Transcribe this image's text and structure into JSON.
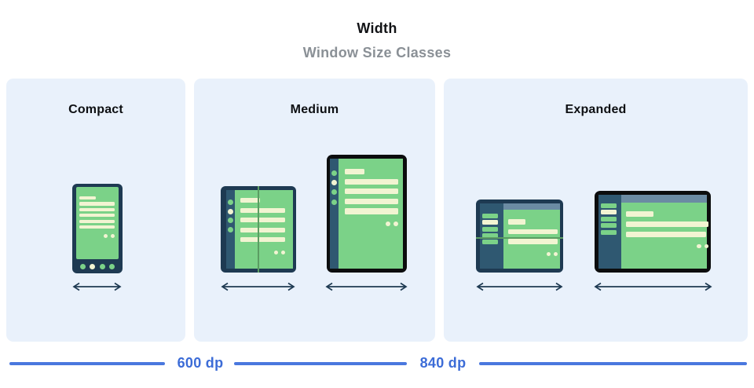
{
  "header": {
    "title": "Width",
    "subtitle": "Window Size Classes"
  },
  "panels": [
    {
      "id": "compact",
      "label": "Compact",
      "devices": [
        {
          "icon": "phone-portrait-illustration"
        }
      ]
    },
    {
      "id": "medium",
      "label": "Medium",
      "devices": [
        {
          "icon": "foldable-open-illustration"
        },
        {
          "icon": "tablet-portrait-illustration"
        }
      ]
    },
    {
      "id": "expanded",
      "label": "Expanded",
      "devices": [
        {
          "icon": "foldable-landscape-illustration"
        },
        {
          "icon": "tablet-landscape-illustration"
        }
      ]
    }
  ],
  "ruler": {
    "breakpoints": [
      {
        "label": "600 dp"
      },
      {
        "label": "840 dp"
      }
    ]
  },
  "colors": {
    "panel-bg": "#e9f1fb",
    "frame-navy": "#1e3a52",
    "frame-black": "#0c0d0e",
    "rail-navy": "#2f5871",
    "screen-green": "#7bd288",
    "cream": "#f2f4d2",
    "slate": "#6b8ba3",
    "fold-green": "#5b9d62",
    "ruler-blue": "#4a78de",
    "label-blue": "#3c6cd7",
    "arrow-navy": "#1e3a52",
    "title-dark": "#121316",
    "subtitle-gray": "#8a9096"
  }
}
